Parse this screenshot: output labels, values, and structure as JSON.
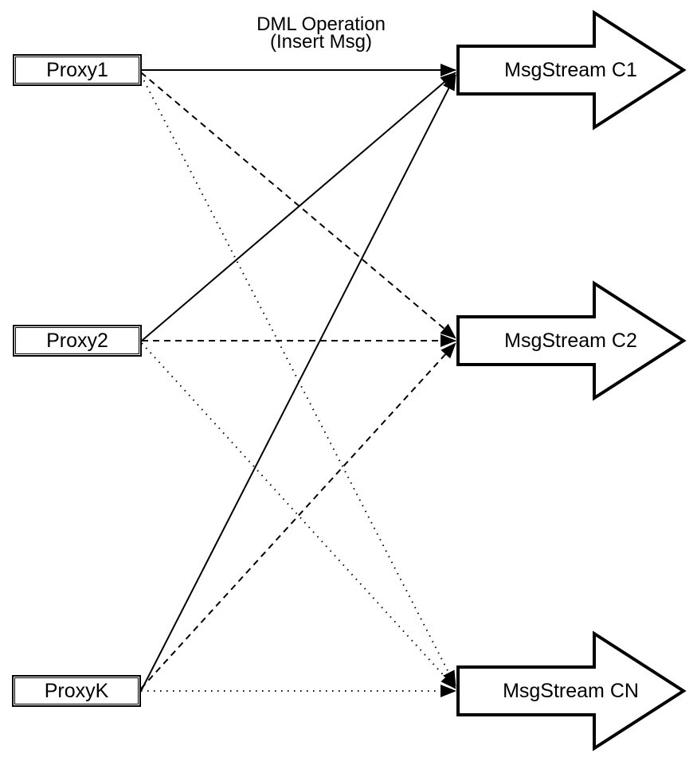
{
  "diagram": {
    "type": "flow-diagram",
    "background": "#ffffff",
    "stroke_color": "#000000",
    "edge_label": {
      "line1": "DML Operation",
      "line2": "(Insert Msg)"
    },
    "proxies": [
      {
        "label": "Proxy1"
      },
      {
        "label": "Proxy2"
      },
      {
        "label": "ProxyK"
      }
    ],
    "streams": [
      {
        "label": "MsgStream C1"
      },
      {
        "label": "MsgStream C2"
      },
      {
        "label": "MsgStream CN"
      }
    ],
    "edges": [
      {
        "from": "Proxy1",
        "to": "MsgStream C1",
        "style": "solid"
      },
      {
        "from": "Proxy2",
        "to": "MsgStream C1",
        "style": "solid"
      },
      {
        "from": "ProxyK",
        "to": "MsgStream C1",
        "style": "solid"
      },
      {
        "from": "Proxy1",
        "to": "MsgStream C2",
        "style": "dashed"
      },
      {
        "from": "Proxy2",
        "to": "MsgStream C2",
        "style": "dashed"
      },
      {
        "from": "ProxyK",
        "to": "MsgStream C2",
        "style": "dashed"
      },
      {
        "from": "Proxy1",
        "to": "MsgStream CN",
        "style": "dotted"
      },
      {
        "from": "Proxy2",
        "to": "MsgStream CN",
        "style": "dotted"
      },
      {
        "from": "ProxyK",
        "to": "MsgStream CN",
        "style": "dotted"
      }
    ]
  }
}
